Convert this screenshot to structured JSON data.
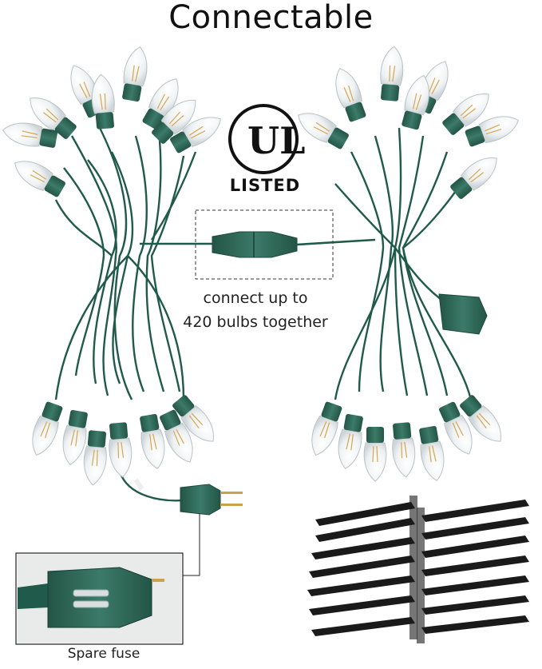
{
  "title": "Connectable",
  "ul_logo": {
    "mark": "UL",
    "label": "LISTED"
  },
  "caption": {
    "line1": "connect up to",
    "line2": "420 bulbs together"
  },
  "inset": {
    "label": "Spare fuse"
  },
  "colors": {
    "wire": "#1f5a4a",
    "socket": "#2f6b5c",
    "bulb": "#f2f4f5",
    "stake": "#1a1a1a"
  }
}
